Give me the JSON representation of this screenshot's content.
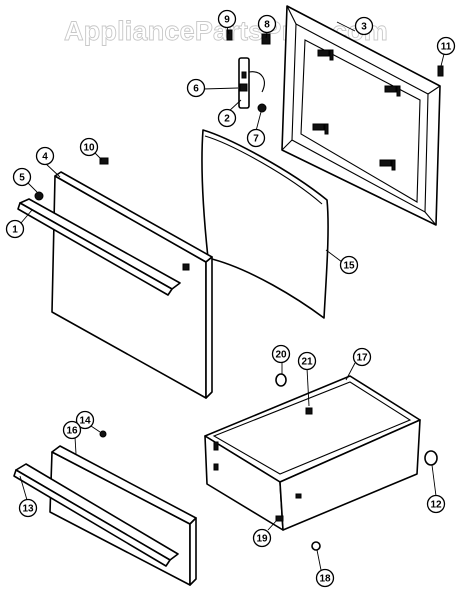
{
  "watermark": "AppliancePartsPros.com",
  "callouts": [
    {
      "id": "1",
      "label": "1"
    },
    {
      "id": "2",
      "label": "2"
    },
    {
      "id": "3",
      "label": "3"
    },
    {
      "id": "4",
      "label": "4"
    },
    {
      "id": "5",
      "label": "5"
    },
    {
      "id": "6",
      "label": "6"
    },
    {
      "id": "7",
      "label": "7"
    },
    {
      "id": "8",
      "label": "8"
    },
    {
      "id": "9",
      "label": "9"
    },
    {
      "id": "10",
      "label": "10"
    },
    {
      "id": "11",
      "label": "11"
    },
    {
      "id": "12",
      "label": "12"
    },
    {
      "id": "13",
      "label": "13"
    },
    {
      "id": "14",
      "label": "14"
    },
    {
      "id": "15",
      "label": "15"
    },
    {
      "id": "16",
      "label": "16"
    },
    {
      "id": "17",
      "label": "17"
    },
    {
      "id": "18",
      "label": "18"
    },
    {
      "id": "19",
      "label": "19"
    },
    {
      "id": "20",
      "label": "20"
    },
    {
      "id": "21",
      "label": "21"
    }
  ]
}
